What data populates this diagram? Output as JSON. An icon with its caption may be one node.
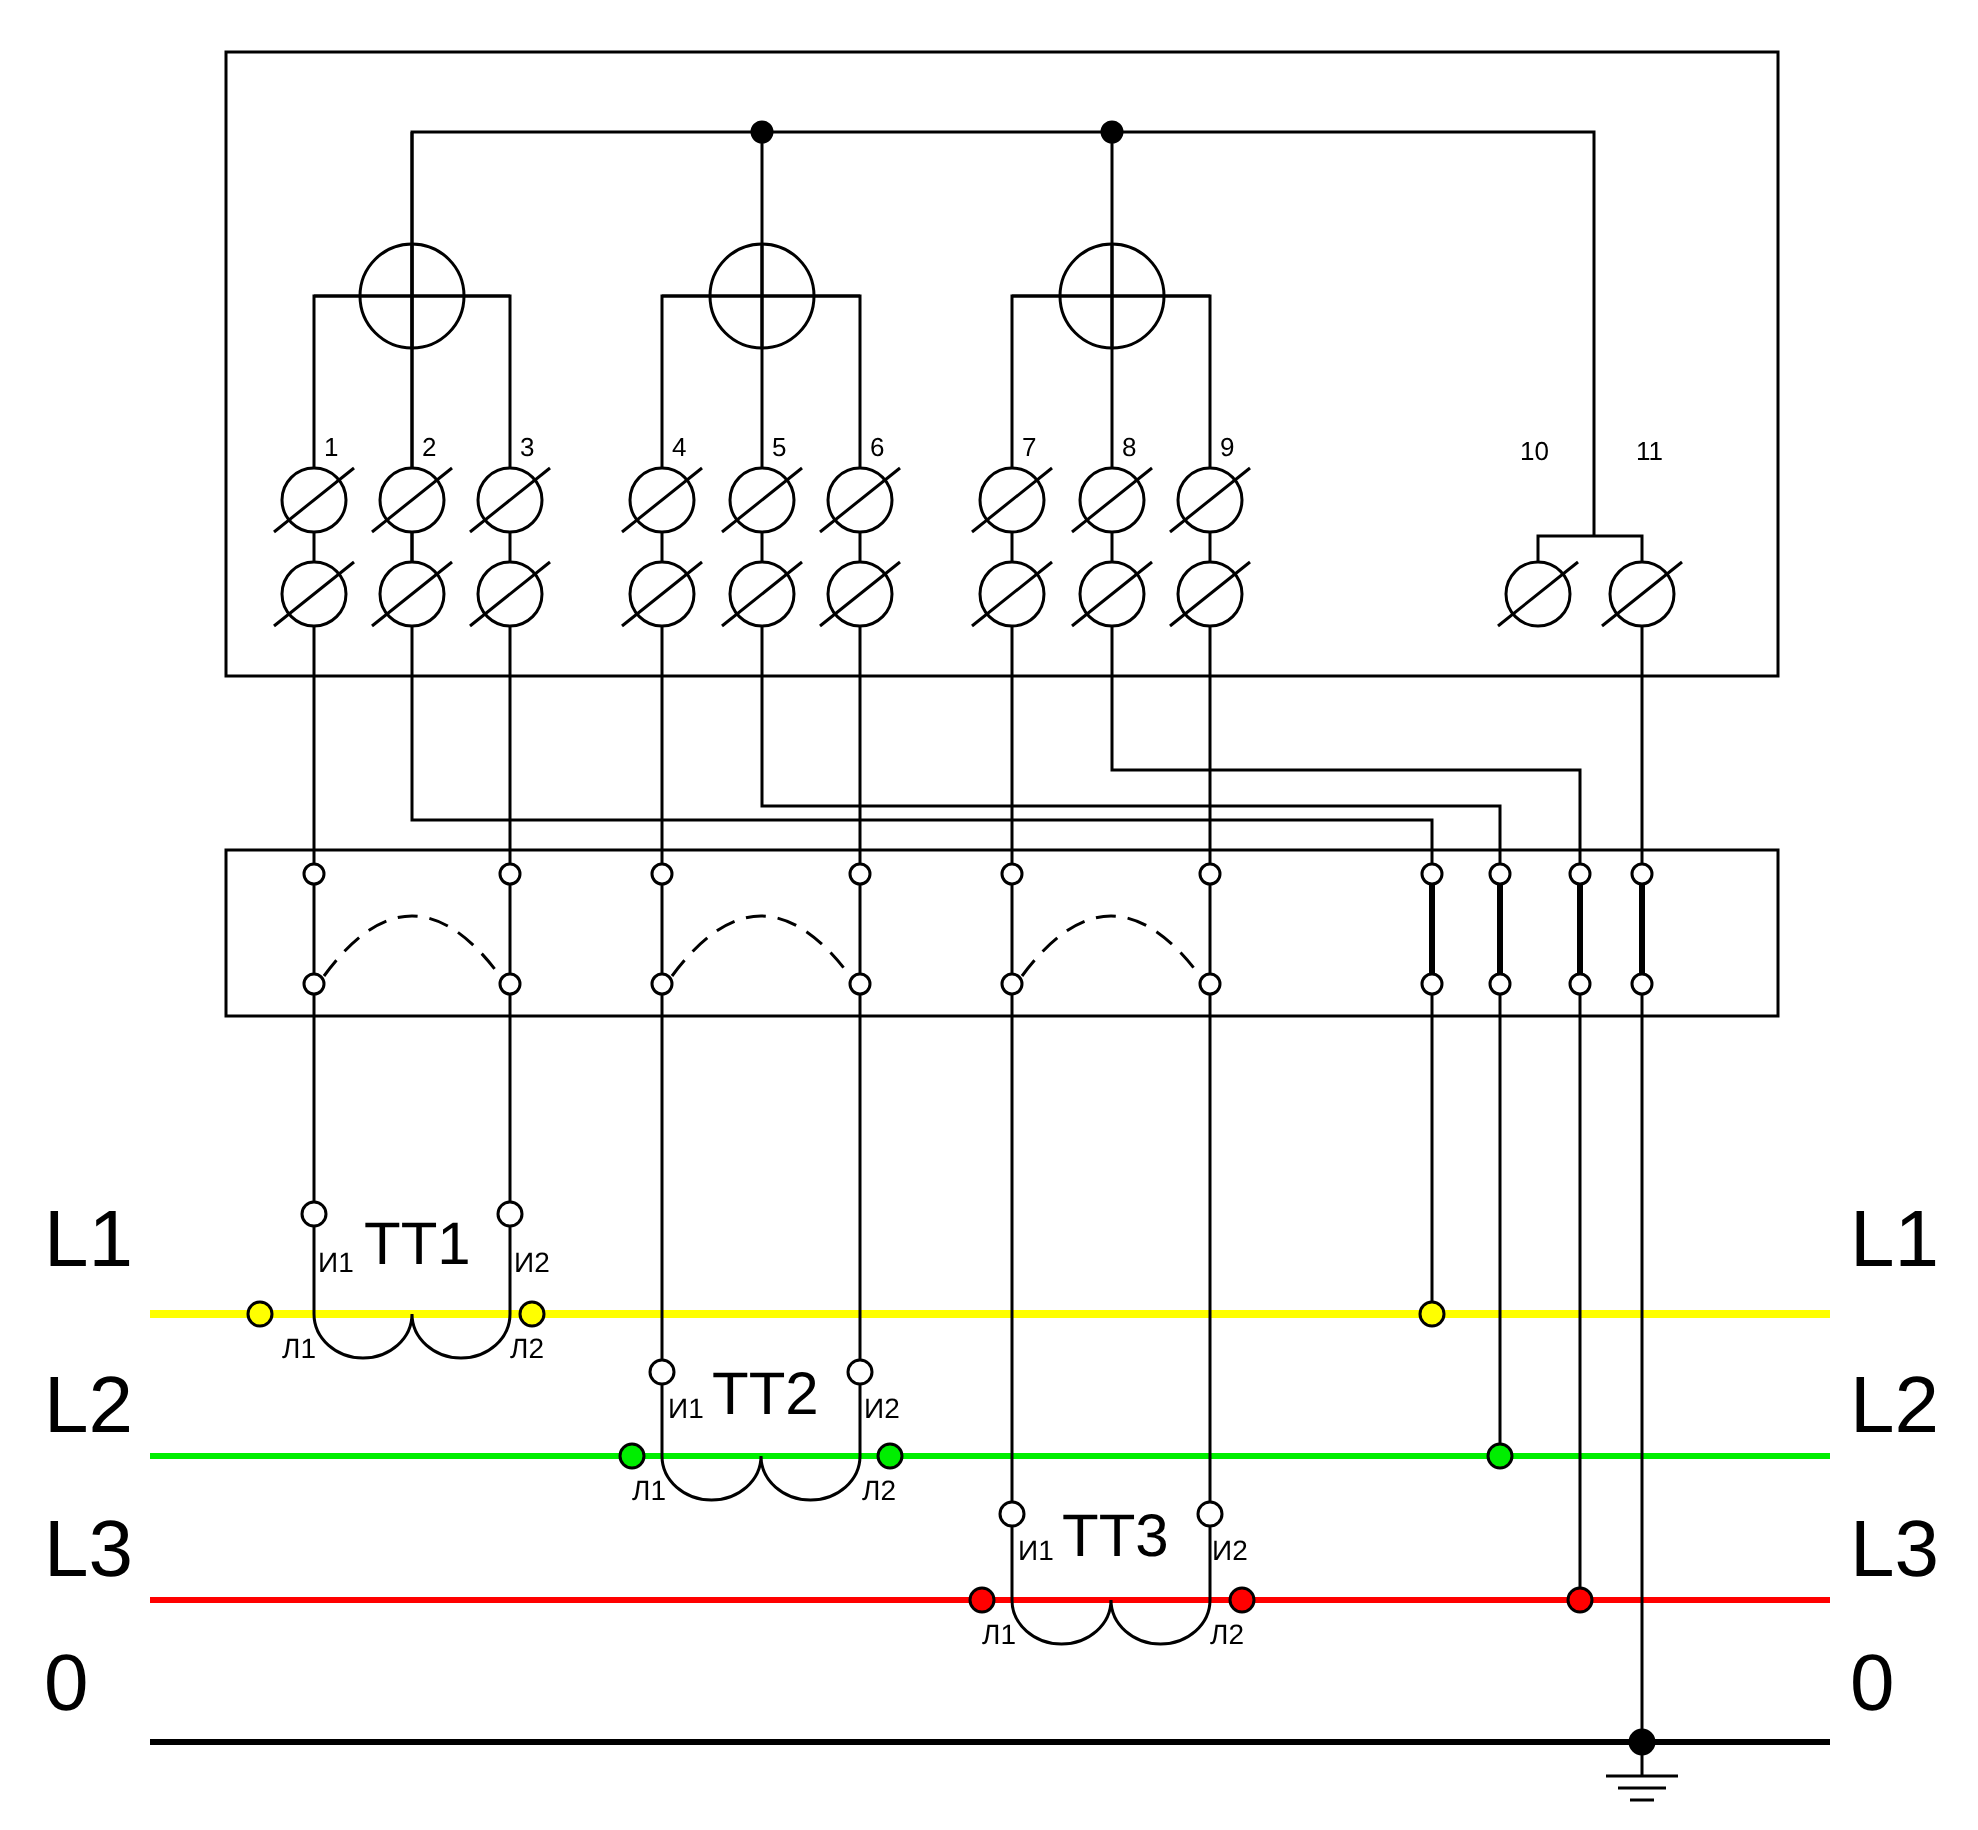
{
  "diagram": {
    "labels": [
      "1",
      "2",
      "3",
      "4",
      "5",
      "6",
      "7",
      "8",
      "9",
      "10",
      "11",
      "L1",
      "L1",
      "И1",
      "ТТ1",
      "И2",
      "Л1",
      "Л2",
      "L2",
      "L2",
      "И1",
      "ТТ2",
      "И2",
      "Л1",
      "Л2",
      "L3",
      "L3",
      "И1",
      "ТТ3",
      "И2",
      "Л1",
      "Л2",
      "0",
      "0"
    ]
  }
}
